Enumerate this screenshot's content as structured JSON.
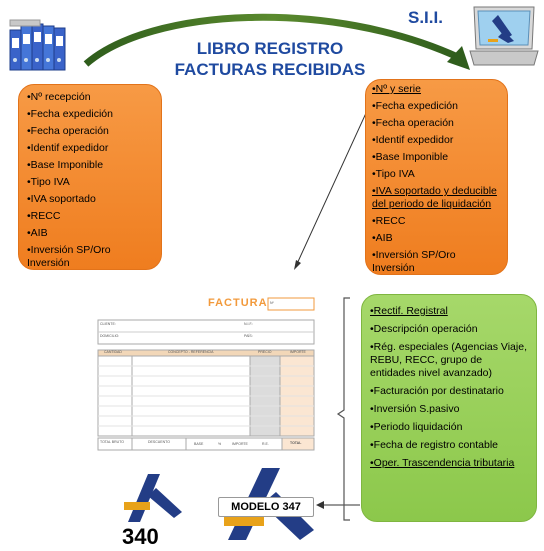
{
  "title": {
    "line1": "LIBRO REGISTRO",
    "line2": "FACTURAS RECIBIDAS"
  },
  "sii_label": "S.I.I.",
  "left_box": {
    "items": [
      "•Nº  recepción",
      "•Fecha expedición",
      "•Fecha operación",
      "•Identif expedidor",
      "•Base Imponible",
      "•Tipo IVA",
      "•IVA soportado",
      "•RECC",
      "•AIB",
      "•Inversión SP/Oro Inversión"
    ]
  },
  "right_box": {
    "items": [
      "•Nº  y serie",
      "•Fecha expedición",
      "•Fecha operación",
      "•Identif expedidor",
      "•Base Imponible",
      "•Tipo IVA",
      "•IVA soportado y deducible del periodo de liquidación",
      "•RECC",
      "•AIB",
      "•Inversión SP/Oro Inversión"
    ]
  },
  "green_box": {
    "items": [
      "•Rectif. Registral",
      "•Descripción operación",
      "•Rég. especiales (Agencias Viaje, REBU, RECC, grupo de entidades nivel avanzado)",
      "•Facturación por destinatario",
      "•Inversión S.pasivo",
      "•Periodo liquidación",
      "•Fecha de registro contable",
      "•Oper. Trascendencia tributaria"
    ]
  },
  "invoice": {
    "title": "FACTURA",
    "num_label": "Nº",
    "cliente": "CLIENTE:",
    "nif": "N.I.F.:",
    "domicilio": "DOMICILIO:",
    "pais": "PAÍS:",
    "col_cantidad": "CANTIDAD",
    "col_concepto": "CONCEPTO - REFERENCIA",
    "col_precio": "PRECIO",
    "col_importe": "IMPORTE",
    "total_bruto": "TOTAL BRUTO",
    "descuento": "DESCUENTO",
    "base": "BASE",
    "iva_pct": "%",
    "importe": "IMPORTE",
    "re": "R.E.",
    "total": "TOTAL"
  },
  "logo_340": "340",
  "modelo_label": "MODELO 347",
  "colors": {
    "title": "#1f4aa0",
    "orange": "#f28a2e",
    "green": "#9bd15a",
    "arc": "#4a7a2a"
  }
}
